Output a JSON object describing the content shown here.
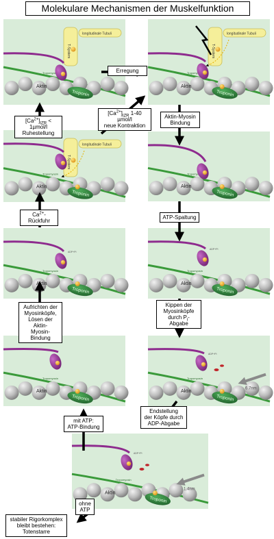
{
  "title": "Molekulare Mechanismen der Muskelfunktion",
  "component_labels": {
    "t_system": "T-System",
    "tubuli": "longitudinale Tubuli",
    "ca": "Ca",
    "aktin": "Aktin",
    "troponin": "Troponin",
    "tropomyosin": "Tropomyosin",
    "adp": "ADP",
    "p": "P",
    "adp_pi": "ADP+Pi",
    "atp": "ATP",
    "move_1": "6.7nm",
    "move_2": "1.4nm"
  },
  "steps": {
    "erregung": "Erregung",
    "ca_high_prefix": "[Ca",
    "ca_high_sup": "2+",
    "ca_high_mid": "]",
    "ca_high_sub": "IZR",
    "ca_high_suffix": " 1-40 µmol/l",
    "neue_kontraktion": "neue Kontraktion",
    "ca_low_prefix": "[Ca",
    "ca_low_sup": "2+",
    "ca_low_mid": "]",
    "ca_low_sub": "IZR",
    "ca_low_suffix": " < 1µmol/l",
    "ruhestellung": "Ruhestellung",
    "aktin_myosin_1": "Aktin-Myosin",
    "aktin_myosin_2": "Bindung",
    "ca_rueck_prefix": "Ca",
    "ca_rueck_sup": "2+",
    "ca_rueck_suffix": "-Rückfuhr",
    "atp_spaltung": "ATP-Spaltung",
    "aufrichten_1": "Aufrichten der",
    "aufrichten_2": "Myosinköpfe,",
    "aufrichten_3": "Lösen der Aktin-",
    "aufrichten_4": "Myosin-Bindung",
    "kippen_1": "Kippen der",
    "kippen_2": "Myosinköpfe",
    "kippen_3_prefix": "durch P",
    "kippen_3_sub": "i",
    "kippen_3_suffix": "-Abgabe",
    "mit_atp_1": "mit ATP:",
    "mit_atp_2": "ATP-Bindung",
    "endstellung_1": "Endstellung",
    "endstellung_2": "der Köpfe durch",
    "endstellung_3": "ADP-Abgabe",
    "ohne_atp_1": "ohne",
    "ohne_atp_2": "ATP",
    "rigor_1": "stabiler Rigorkomplex",
    "rigor_2": "bleibt bestehen:",
    "rigor_3": "Totenstarre"
  },
  "colors": {
    "panel_bg": "#d9ecd9",
    "actin": "#b9b9b9",
    "actin_dark": "#7e7e7e",
    "tropomyosin": "#3a9a3a",
    "troponin": "#2f7d3c",
    "myosin": "#8e2b8e",
    "t_system": "#f5ef9a",
    "calcium": "#f0b52a",
    "adp": "#c0252a"
  }
}
